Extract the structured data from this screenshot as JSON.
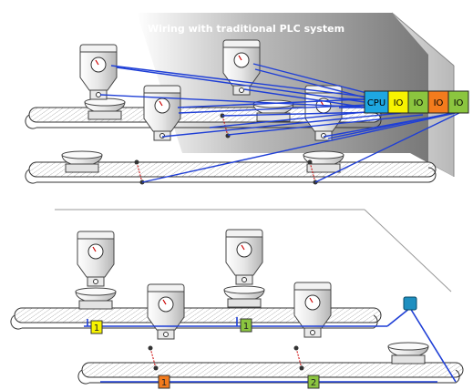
{
  "caption": "Wiring with traditional PLC system",
  "plc_modules": [
    {
      "label": "CPU",
      "color": "#1ea7e1"
    },
    {
      "label": "IO",
      "color": "#f7f300"
    },
    {
      "label": "IO",
      "color": "#8bc53f"
    },
    {
      "label": "IO",
      "color": "#f37b1d"
    },
    {
      "label": "IO",
      "color": "#8bc53f"
    }
  ],
  "node_labels": [
    {
      "text": "1",
      "color": "#f7f300"
    },
    {
      "text": "1",
      "color": "#8bc53f"
    },
    {
      "text": "1",
      "color": "#f37b1d"
    },
    {
      "text": "2",
      "color": "#8bc53f"
    }
  ],
  "colors": {
    "wire": "#1f3fd6",
    "gateway": "#1e8fc0",
    "wall_dark": "#6b6b6b",
    "wall_light": "#f4f4f4",
    "belt_stripe": "#8a8a8a"
  }
}
